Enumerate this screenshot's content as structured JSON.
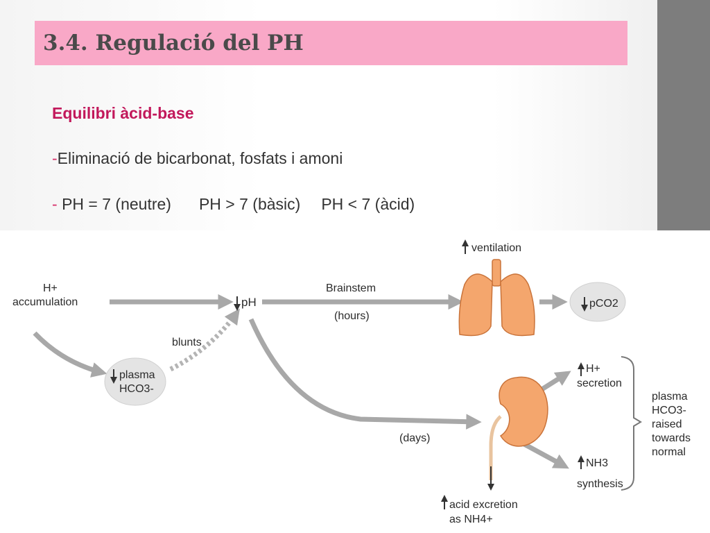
{
  "slide": {
    "title": "3.4. Regulació del PH",
    "subheading": "Equilibri àcid-base",
    "bullet1": {
      "dash": "-",
      "text": "Eliminació de bicarbonat, fosfats i amoni"
    },
    "bullet2": {
      "dash": "-",
      "part1": "PH = 7 (neutre)",
      "part2": "PH > 7 (bàsic)",
      "part3": "PH < 7 (àcid)"
    }
  },
  "diagram": {
    "h_accum_line1": "H+",
    "h_accum_line2": "accumulation",
    "ph_node": "pH",
    "blunts": "blunts",
    "plasma_line1": "plasma",
    "plasma_line2": "HCO3-",
    "brainstem": "Brainstem",
    "hours": "(hours)",
    "ventilation": "ventilation",
    "pco2": "pCO2",
    "days": "(days)",
    "h_secretion_line1": "H+",
    "h_secretion_line2": "secretion",
    "nh3_line1": "NH3",
    "nh3_line2": "synthesis",
    "acid_line1": "acid excretion",
    "acid_line2": "as NH4+",
    "result_line1": "plasma",
    "result_line2": "HCO3-",
    "result_line3": "raised",
    "result_line4": "towards",
    "result_line5": "normal",
    "colors": {
      "arrow": "#a8a8a8",
      "organ": "#f4a66d",
      "organ_stroke": "#c9733a",
      "bubble": "#e4e4e4",
      "title_band": "#f9a8c7",
      "subheading": "#c2185b"
    }
  }
}
